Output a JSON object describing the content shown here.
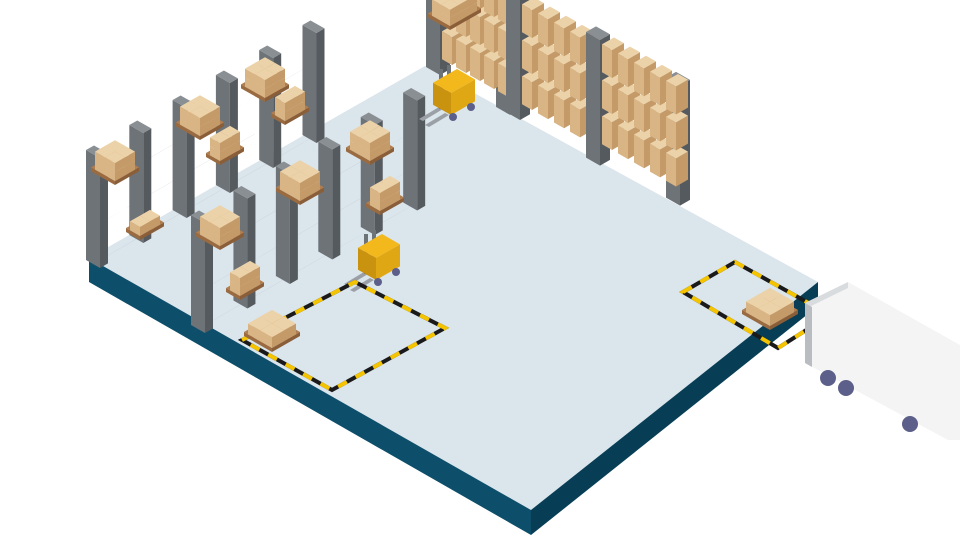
{
  "scene": {
    "description_visible_text": "",
    "colors": {
      "floor_top": "#dbe5ec",
      "floor_side_left": "#0d4f6b",
      "floor_side_right": "#083e55",
      "rack_dark": "#555a5f",
      "rack_mid": "#6e7378",
      "rack_light": "#8a8f94",
      "shelf": "#9da2a7",
      "box_top": "#ecd2a8",
      "box_left": "#d9b585",
      "box_right": "#c49a68",
      "pallet": "#b07e4f",
      "forklift_yellow": "#f2b81c",
      "forklift_dark": "#c9920f",
      "wheel": "#5b5f8a",
      "hazard_yellow": "#f5c400",
      "hazard_black": "#1a1a1a",
      "truck_white": "#f4f4f4",
      "truck_shade": "#d9dcdf",
      "truck_dark": "#b9bdc1"
    },
    "objects": {
      "rack_rows": 4,
      "forklifts": 2,
      "marked_zones": 2,
      "pallets_in_zones": 2,
      "trucks": 1
    }
  }
}
